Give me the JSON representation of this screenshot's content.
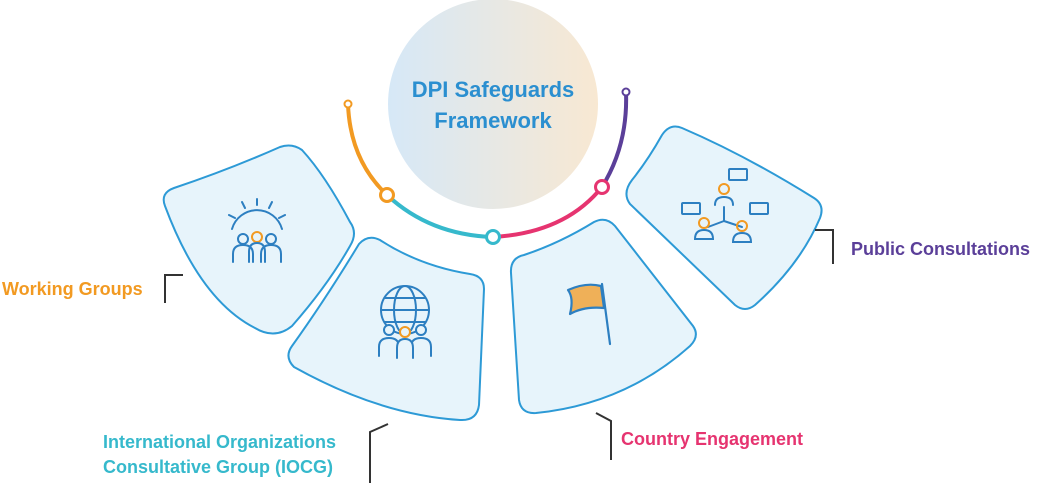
{
  "center": {
    "title_line1": "DPI Safeguards",
    "title_line2": "Framework"
  },
  "segments": [
    {
      "label": "Working Groups",
      "icon": "gear-group-icon",
      "color": "#f29a22"
    },
    {
      "label_line1": "International Organizations",
      "label_line2": "Consultative Group (IOCG)",
      "icon": "globe-people-icon",
      "color": "#36b9cc"
    },
    {
      "label": "Country Engagement",
      "icon": "flag-icon",
      "color": "#e63470"
    },
    {
      "label": "Public Consultations",
      "icon": "network-chat-icon",
      "color": "#5b3f99"
    }
  ],
  "colors": {
    "panel_fill": "#e7f4fb",
    "panel_stroke": "#2d9ad6",
    "icon_stroke": "#2d7fc1",
    "icon_accent": "#f29a22",
    "leader": "#333333"
  }
}
